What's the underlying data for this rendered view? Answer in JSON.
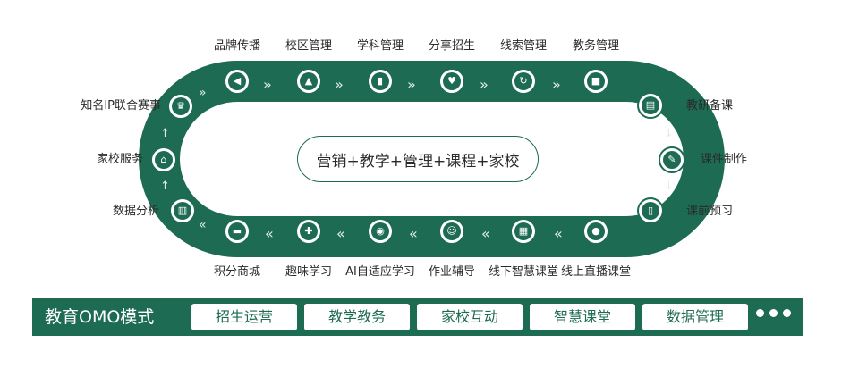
{
  "diagram": {
    "center_text": "营销+教学+管理+课程+家校",
    "top_labels": [
      "品牌传播",
      "校区管理",
      "学科管理",
      "分享招生",
      "线索管理",
      "教务管理"
    ],
    "right_labels": [
      "教研备课",
      "课件制作",
      "课前预习"
    ],
    "bottom_labels": [
      "积分商城",
      "趣味学习",
      "AI自适应学习",
      "作业辅导",
      "线下智慧课堂",
      "线上直播课堂"
    ],
    "left_labels": [
      "知名IP联合赛事",
      "家校服务",
      "数据分析"
    ],
    "icons": {
      "top": [
        "speaker-icon",
        "building-icon",
        "books-icon",
        "share-heart-icon",
        "loop-icon",
        "book-icon"
      ],
      "right": [
        "board-icon",
        "edit-icon",
        "doc-icon"
      ],
      "bottom": [
        "store-icon",
        "gamepad-icon",
        "ai-icon",
        "tutor-icon",
        "classroom-icon",
        "live-icon"
      ],
      "left": [
        "trophy-icon",
        "home-icon",
        "bar-chart-icon"
      ]
    }
  },
  "bottom_bar": {
    "title": "教育OMO模式",
    "buttons": [
      "招生运营",
      "教学教务",
      "家校互动",
      "智慧课堂",
      "数据管理"
    ]
  },
  "colors": {
    "primary": "#1c6b52",
    "text": "#2a2a2a",
    "background": "#ffffff"
  }
}
